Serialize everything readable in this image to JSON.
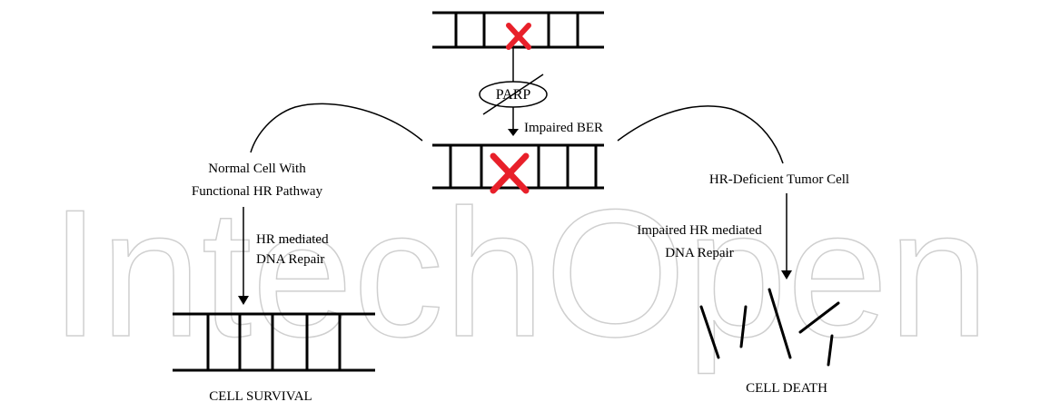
{
  "labels": {
    "parp": "PARP",
    "impaired_ber": "Impaired BER",
    "normal_cell_line1": "Normal Cell With",
    "normal_cell_line2": "Functional HR Pathway",
    "hr_repair_line1": "HR mediated",
    "hr_repair_line2": "DNA Repair",
    "tumor_cell": "HR-Deficient Tumor Cell",
    "impaired_hr_line1": "Impaired HR mediated",
    "impaired_hr_line2": "DNA Repair",
    "cell_survival": "CELL SURVIVAL",
    "cell_death": "CELL DEATH"
  },
  "watermark": "IntechOpen",
  "colors": {
    "line": "#000000",
    "damage_mark": "#e8202a",
    "watermark": "#cfcfcf"
  }
}
